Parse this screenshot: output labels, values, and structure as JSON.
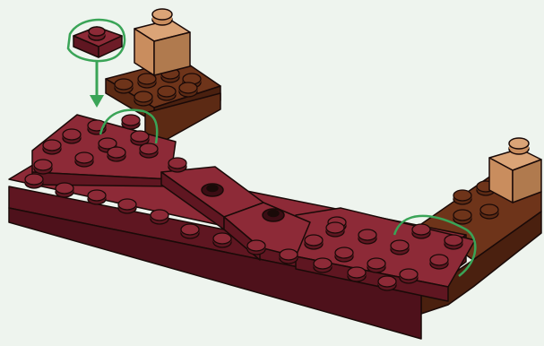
{
  "step": {
    "type": "lego-building-instruction",
    "background": "#eef4ee",
    "colors": {
      "dark_red": "#7a1f2c",
      "dark_red_top": "#8d2a37",
      "dark_red_side": "#5f1621",
      "brown": "#5c2a14",
      "brown_top": "#6e341a",
      "tan": "#c98d5e",
      "tan_top": "#dba477",
      "highlight": "#3aa457",
      "outline": "#1a0a08"
    },
    "parts": [
      {
        "name": "dark-red-plate-1x1",
        "color": "dark_red",
        "count": 1,
        "callout": true
      },
      {
        "name": "dark-red-main-plates",
        "color": "dark_red"
      },
      {
        "name": "dark-red-tiles-2x2",
        "color": "dark_red",
        "count": 2
      },
      {
        "name": "reddish-brown-plates",
        "color": "brown",
        "count": 2
      },
      {
        "name": "tan-brick-1x1",
        "color": "tan",
        "count": 2
      }
    ],
    "callout_arrow": {
      "direction": "down",
      "color": "highlight"
    }
  }
}
